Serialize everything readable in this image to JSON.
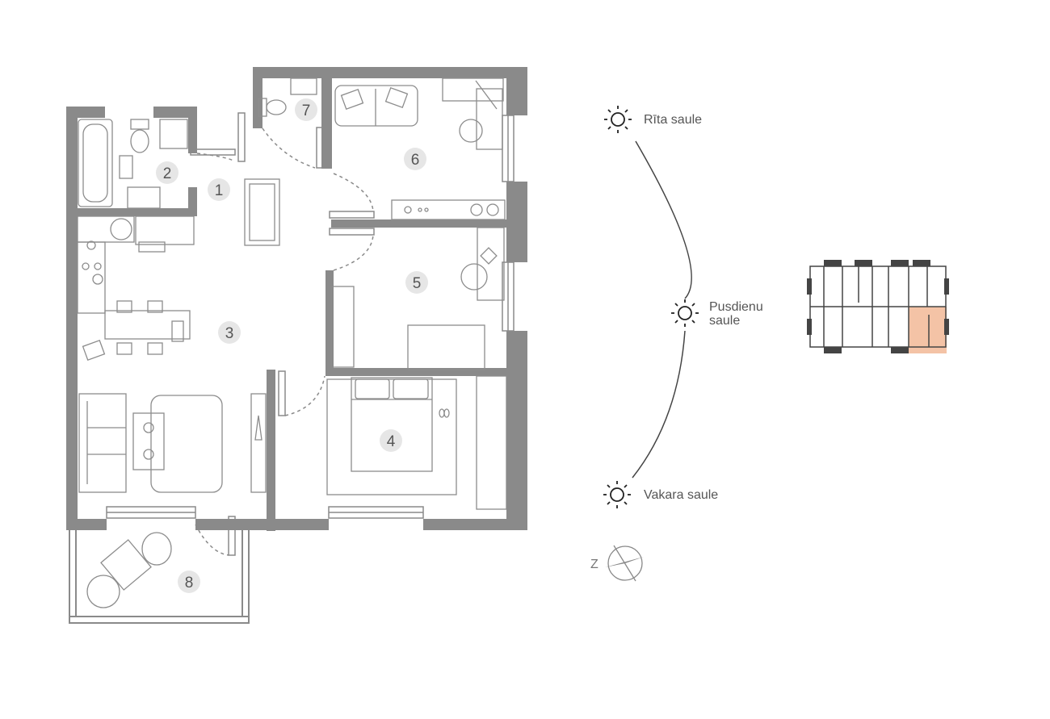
{
  "rooms": [
    {
      "id": "1"
    },
    {
      "id": "2"
    },
    {
      "id": "3"
    },
    {
      "id": "4"
    },
    {
      "id": "5"
    },
    {
      "id": "6"
    },
    {
      "id": "7"
    },
    {
      "id": "8"
    }
  ],
  "sun": {
    "morning": "Rīta saule",
    "noon_line1": "Pusdienu",
    "noon_line2": "saule",
    "evening": "Vakara saule"
  },
  "compass": {
    "label": "Z"
  },
  "colors": {
    "wall": "#8a8a8a",
    "furniture": "#8c8c8c",
    "badge": "#e6e6e6",
    "highlight": "#f4c3a6"
  }
}
